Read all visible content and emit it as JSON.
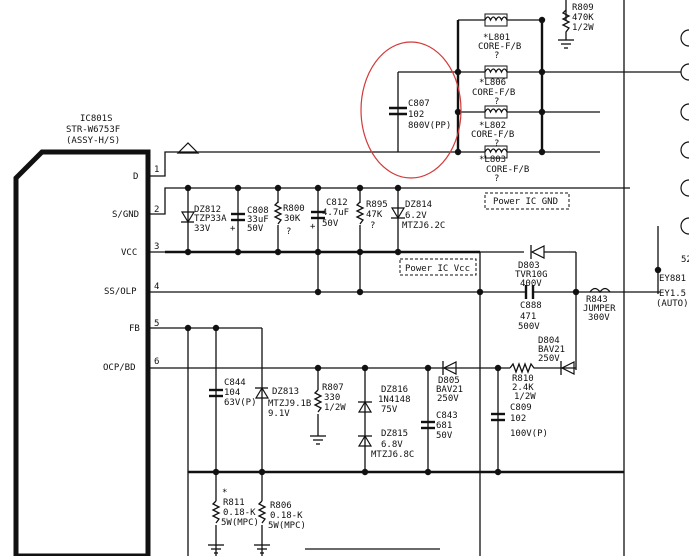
{
  "ic": {
    "ref": "IC801S",
    "part": "STR-W6753F",
    "assy": "(ASSY-H/S)",
    "pins": [
      {
        "num": "1",
        "name": "D"
      },
      {
        "num": "2",
        "name": "S/GND"
      },
      {
        "num": "3",
        "name": "VCC"
      },
      {
        "num": "4",
        "name": "SS/OLP"
      },
      {
        "num": "5",
        "name": "FB"
      },
      {
        "num": "6",
        "name": "OCP/BD"
      }
    ]
  },
  "components": {
    "r809": {
      "ref": "R809",
      "value": "470K",
      "rating": "1/2W"
    },
    "l801": {
      "ref": "*L801",
      "value": "CORE-F/B",
      "note": "?"
    },
    "l806": {
      "ref": "*L806",
      "value": "CORE-F/B",
      "note": "?"
    },
    "l802": {
      "ref": "*L802",
      "value": "CORE-F/B",
      "note": "?"
    },
    "l803": {
      "ref": "*L803",
      "value": "CORE-F/B",
      "note": "?"
    },
    "c807": {
      "ref": "C807",
      "value": "102",
      "rating": "800V(PP)"
    },
    "dz812": {
      "ref": "DZ812",
      "value": "TZP33A",
      "rating": "33V"
    },
    "c808": {
      "ref": "C808",
      "value": "33uF",
      "rating": "50V"
    },
    "r800": {
      "ref": "R800",
      "value": "30K",
      "note": "?"
    },
    "c812": {
      "ref": "C812",
      "value": "4.7uF",
      "rating": "50V"
    },
    "r895": {
      "ref": "R895",
      "value": "47K",
      "note": "?"
    },
    "dz814": {
      "ref": "DZ814",
      "value": "6.2V",
      "rating": "MTZJ6.2C"
    },
    "d803": {
      "ref": "D803",
      "value": "TVR10G",
      "rating": "400V"
    },
    "c888": {
      "ref": "C888",
      "value": "471",
      "rating": "500V"
    },
    "r843": {
      "ref": "R843",
      "value": "JUMPER",
      "rating": "300V"
    },
    "d804": {
      "ref": "D804",
      "value": "BAV21",
      "rating": "250V"
    },
    "c844": {
      "ref": "C844",
      "value": "104",
      "rating": "63V(P)"
    },
    "dz813": {
      "ref": "DZ813",
      "value": "MTZJ9.1B",
      "rating": "9.1V"
    },
    "r807": {
      "ref": "R807",
      "value": "330",
      "rating": "1/2W"
    },
    "dz816": {
      "ref": "DZ816",
      "value": "1N4148",
      "rating": "75V"
    },
    "d805": {
      "ref": "D805",
      "value": "BAV21",
      "rating": "250V"
    },
    "r810": {
      "ref": "R810",
      "value": "2.4K",
      "rating": "1/2W"
    },
    "dz815": {
      "ref": "DZ815",
      "value": "6.8V",
      "rating": "MTZJ6.8C"
    },
    "c843": {
      "ref": "C843",
      "value": "681",
      "rating": "50V"
    },
    "c809": {
      "ref": "C809",
      "value": "102",
      "rating": "100V(P)"
    },
    "r811": {
      "ref": "R811",
      "value": "0.18-K",
      "rating": "5W(MPC)",
      "mark": "*"
    },
    "r806": {
      "ref": "R806",
      "value": "0.18-K",
      "rating": "5W(MPC)"
    }
  },
  "labels": {
    "power_ic_gnd": "Power IC GND",
    "power_ic_vcc": "Power IC Vcc",
    "ey881": "EY881",
    "ey1": "EY1.5",
    "auto": "(AUTO)",
    "edge_cut": "52"
  }
}
